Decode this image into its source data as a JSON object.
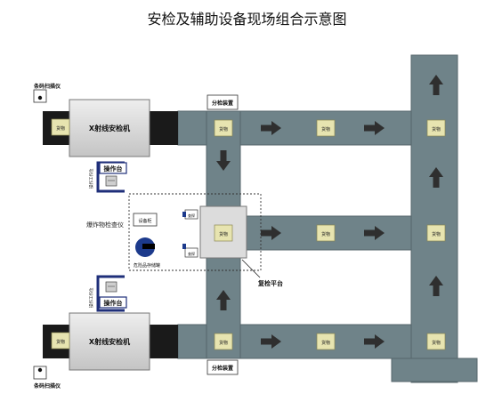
{
  "title": "安检及辅助设备现场组合示意图",
  "labels": {
    "barcode_scanner": "条码扫描仪",
    "xray_machine": "X射线安检机",
    "sorting_device": "分检装置",
    "console": "操作台",
    "operator_station": "操作工作位",
    "explosive_detector": "爆炸物检查仪",
    "equipment_cabinet": "设备柜",
    "hazard_storage": "危险品存储罐",
    "recheck_platform": "复检平台",
    "cargo": "货物",
    "small_tag": "查探"
  },
  "colors": {
    "belt": "#6f8389",
    "belt_edge": "#55666b",
    "xray_body": "#d9d9d9",
    "conveyor_dark": "#1a1a1a",
    "cargo_fill": "#e7e4b0",
    "arrow": "#2f2f2f",
    "console_blue": "#1f2f7a",
    "tank_blue": "#1c3a8c"
  }
}
